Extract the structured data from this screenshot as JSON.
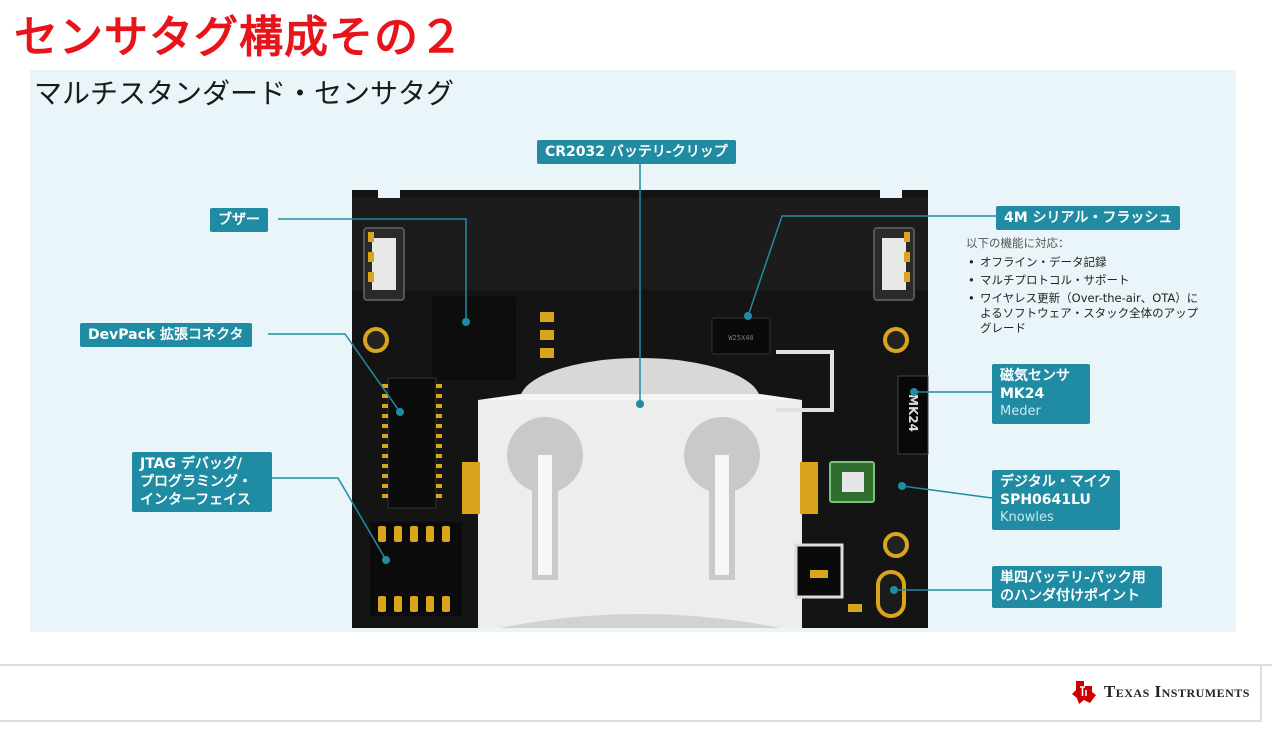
{
  "slide": {
    "title": "センサタグ構成その２",
    "subtitle": "マルチスタンダード・センサタグ"
  },
  "callouts": {
    "battery_clip": "CR2032 バッテリ-クリップ",
    "buzzer": "ブザー",
    "devpack": "DevPack 拡張コネクタ",
    "jtag": [
      "JTAG デバッグ/",
      "プログラミング・",
      "インターフェイス"
    ],
    "flash": "4M シリアル・フラッシュ",
    "magnetic": {
      "name": "磁気センサ",
      "part": "MK24",
      "maker": "Meder"
    },
    "mic": {
      "name": "デジタル・マイク",
      "part": "SPH0641LU",
      "maker": "Knowles"
    },
    "solder": [
      "単四バッテリ-パック用",
      "のハンダ付けポイント"
    ]
  },
  "features": {
    "heading": "以下の機能に対応：",
    "items": [
      "オフライン・データ記録",
      "マルチプロトコル・サポート",
      "ワイヤレス更新（Over-the-air、OTA）によるソフトウェア・スタック全体のアップグレード"
    ]
  },
  "board": {
    "chip_label": "MK24",
    "flash_marking": "W25X40"
  },
  "footer": {
    "brand": "Texas Instruments"
  },
  "colors": {
    "title_red": "#e8141b",
    "callout_teal": "#1f8ca3",
    "panel_bg": "#e9f5f8",
    "board_black": "#141414",
    "gold_pad": "#d9a51c",
    "ti_red": "#cc0000"
  }
}
